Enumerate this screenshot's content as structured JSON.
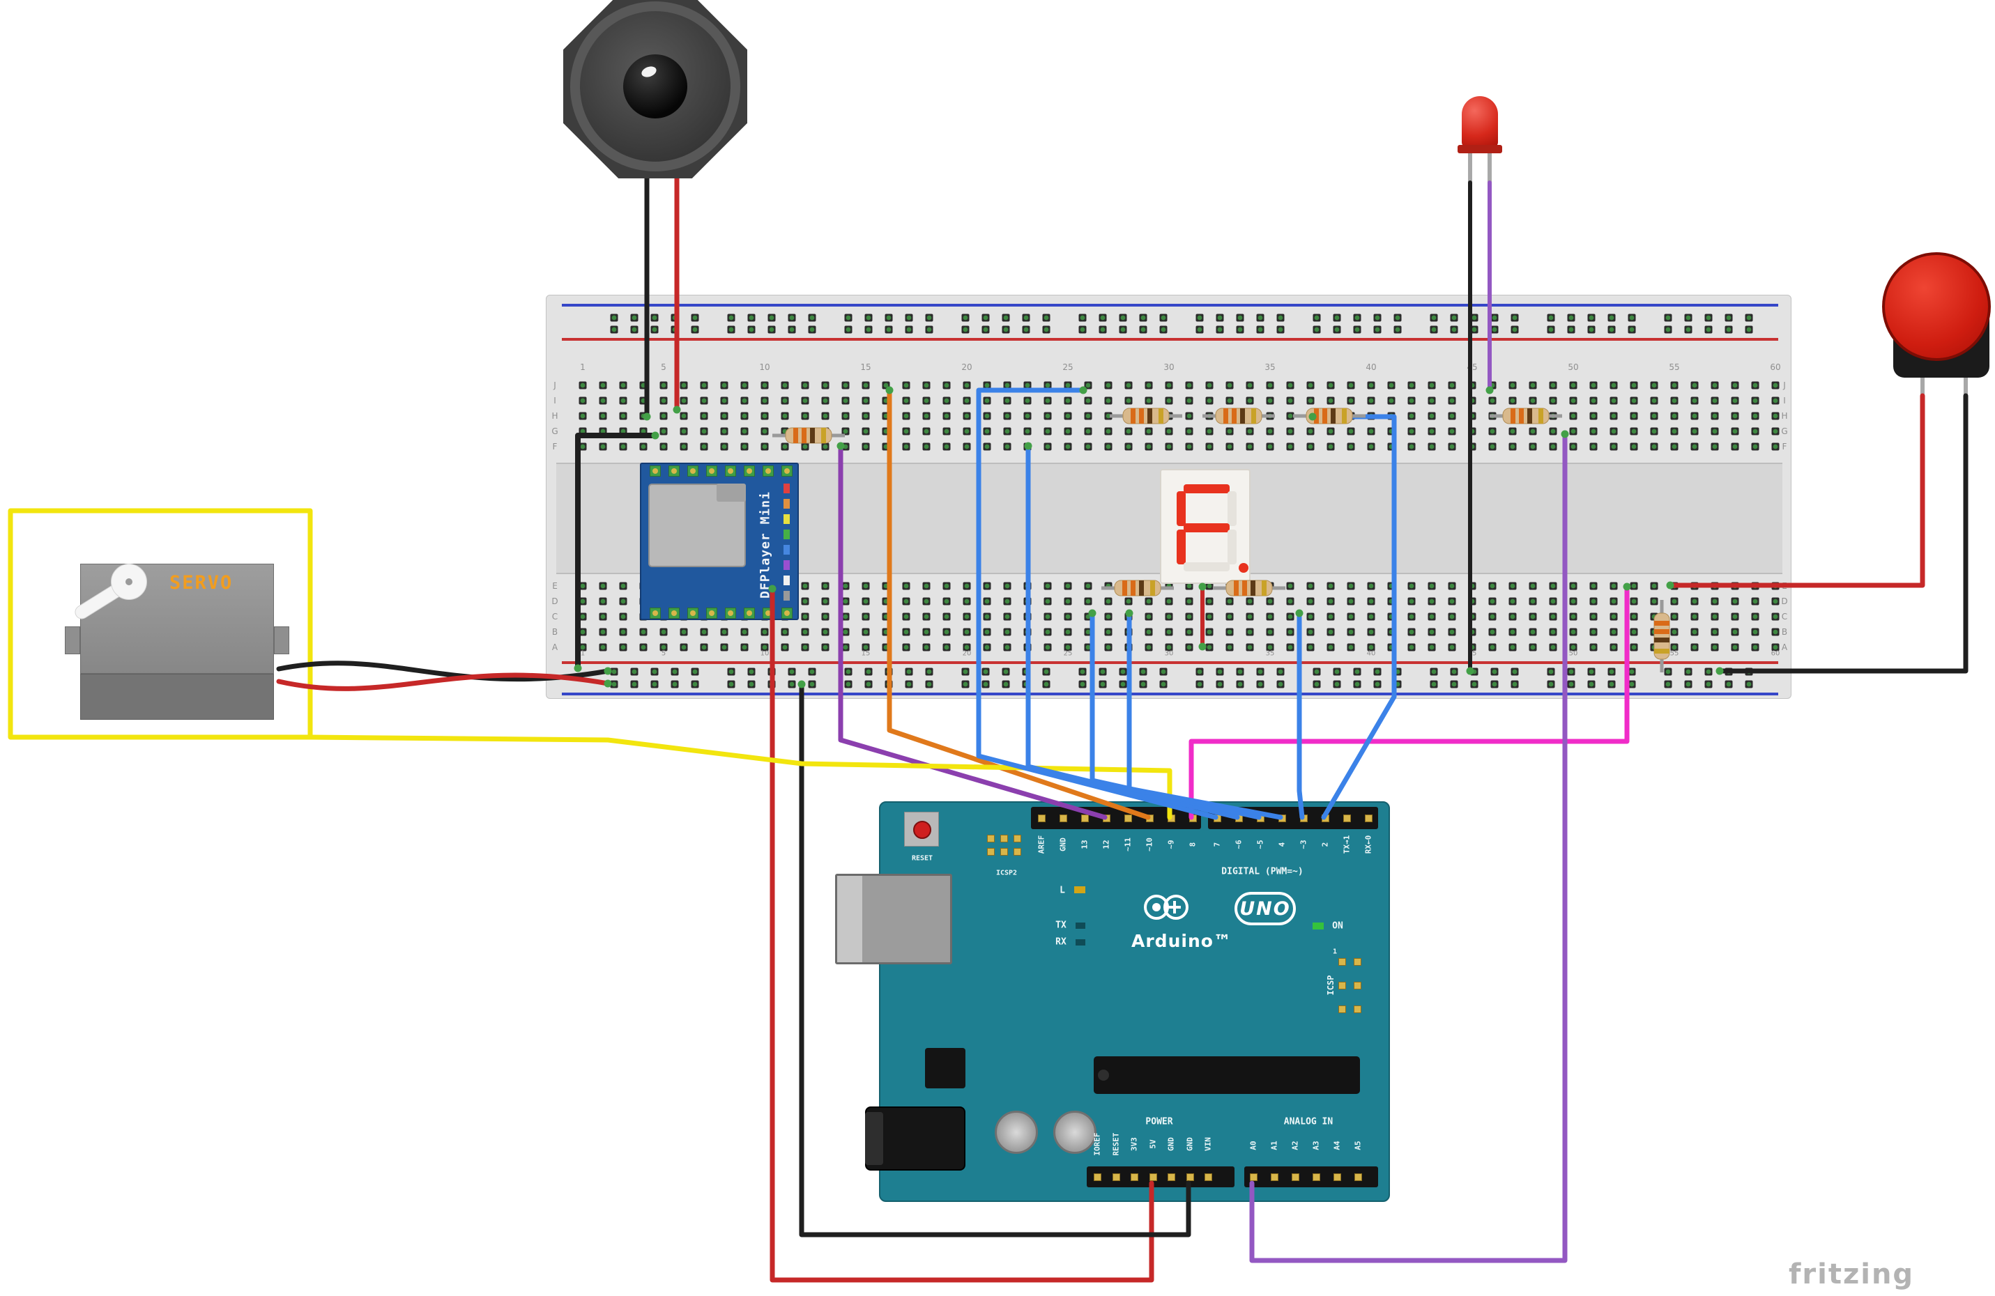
{
  "watermark": "fritzing",
  "colors": {
    "red": "#c62828",
    "black": "#1f1f1f",
    "yellow": "#f2e50e",
    "orange": "#e0791b",
    "blue": "#3b82e8",
    "purple": "#8b3fae",
    "violet": "#9358c2",
    "magenta": "#f02cc8",
    "green_dot": "#43a047",
    "lead_gray": "#9a9a9a",
    "arduino_teal": "#1e7f91",
    "dfplayer_blue": "#20589e",
    "segment_on": "#e8321e",
    "segment_off": "#e6e3dd",
    "resistor_body": "#d9b98c"
  },
  "breadboard": {
    "column_labels": [
      "1",
      "5",
      "10",
      "15",
      "20",
      "25",
      "30",
      "35",
      "40",
      "45",
      "50",
      "55",
      "60"
    ],
    "row_labels_top": [
      "J",
      "I",
      "H",
      "G",
      "F"
    ],
    "row_labels_bottom": [
      "E",
      "D",
      "C",
      "B",
      "A"
    ]
  },
  "servo": {
    "label": "SERVO"
  },
  "dfplayer": {
    "label": "DFPlayer Mini"
  },
  "seven_segment": {
    "value": "F",
    "decimal_point": true
  },
  "arduino": {
    "reset_label": "RESET",
    "icsp2_label": "ICSP2",
    "icsp_label": "ICSP",
    "icsp_pin1": "1",
    "digital_header_label": "DIGITAL (PWM=~)",
    "digital_pins_left": [
      "AREF",
      "GND",
      "13",
      "12",
      "~11",
      "~10",
      "~9",
      "8"
    ],
    "digital_pins_right": [
      "7",
      "~6",
      "~5",
      "4",
      "~3",
      "2",
      "TX→1",
      "RX←0"
    ],
    "l_label": "L",
    "tx_label": "TX",
    "rx_label": "RX",
    "on_label": "ON",
    "brand": "Arduino™",
    "model": "UNO",
    "power_header_label": "POWER",
    "analog_header_label": "ANALOG IN",
    "power_pins": [
      "IOREF",
      "RESET",
      "3V3",
      "5V",
      "GND",
      "GND",
      "VIN"
    ],
    "analog_pins": [
      "A0",
      "A1",
      "A2",
      "A3",
      "A4",
      "A5"
    ]
  }
}
